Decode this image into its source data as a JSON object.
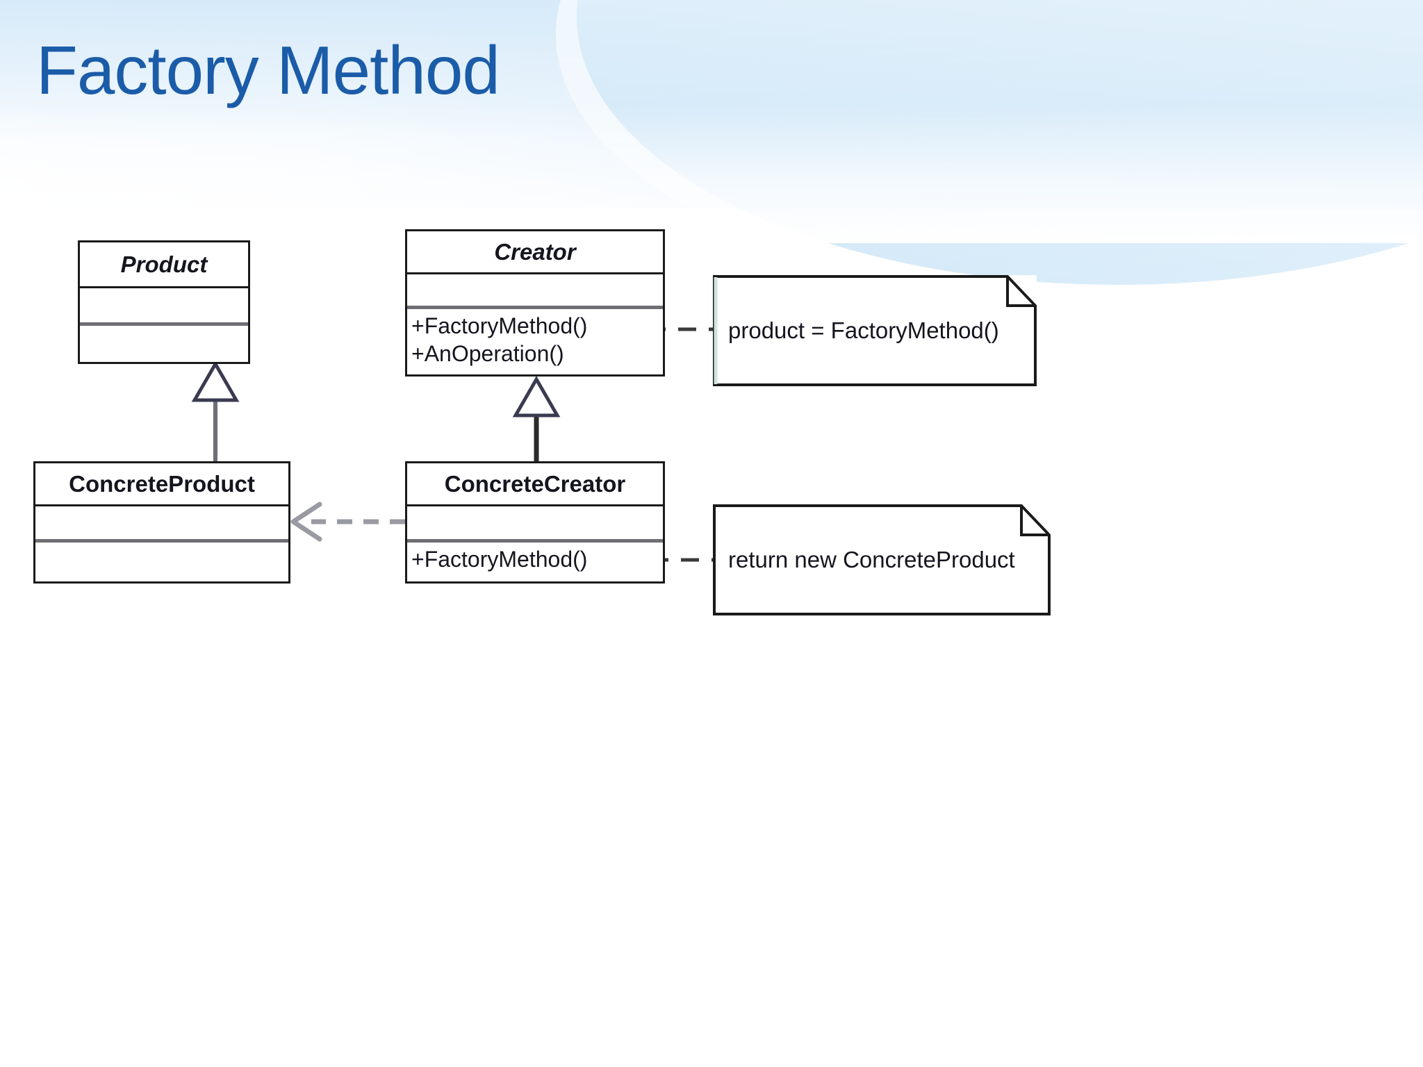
{
  "slide": {
    "title": "Factory Method",
    "title_color": "#1B5CA8",
    "background": "#ffffff",
    "header_accent": "#A3D2F2"
  },
  "diagram": {
    "type": "uml-class-diagram",
    "pattern": "Factory Method",
    "classes": [
      {
        "id": "product",
        "name": "Product",
        "stereotype": "abstract",
        "attributes": [],
        "operations": []
      },
      {
        "id": "creator",
        "name": "Creator",
        "stereotype": "abstract",
        "attributes": [],
        "operations": [
          "+FactoryMethod()",
          "+AnOperation()"
        ]
      },
      {
        "id": "concrete-product",
        "name": "ConcreteProduct",
        "stereotype": "concrete",
        "attributes": [],
        "operations": []
      },
      {
        "id": "concrete-creator",
        "name": "ConcreteCreator",
        "stereotype": "concrete",
        "attributes": [],
        "operations": [
          "+FactoryMethod()"
        ]
      }
    ],
    "notes": [
      {
        "id": "note-creator",
        "text": "product = FactoryMethod()",
        "attached_to": "creator.FactoryMethod()"
      },
      {
        "id": "note-concrete-creator",
        "text": "return new ConcreteProduct",
        "attached_to": "concreteCreator.FactoryMethod()"
      }
    ],
    "relationships": [
      {
        "id": "rel-product-generalization",
        "type": "generalization",
        "from": "ConcreteProduct",
        "to": "Product"
      },
      {
        "id": "rel-creator-generalization",
        "type": "generalization",
        "from": "ConcreteCreator",
        "to": "Creator"
      },
      {
        "id": "rel-creates-dependency",
        "type": "dependency",
        "from": "ConcreteCreator",
        "to": "ConcreteProduct"
      }
    ],
    "line_color": "#1a1a1a",
    "separator_color": "#6e6e74",
    "dependency_color": "#8a8a90"
  }
}
